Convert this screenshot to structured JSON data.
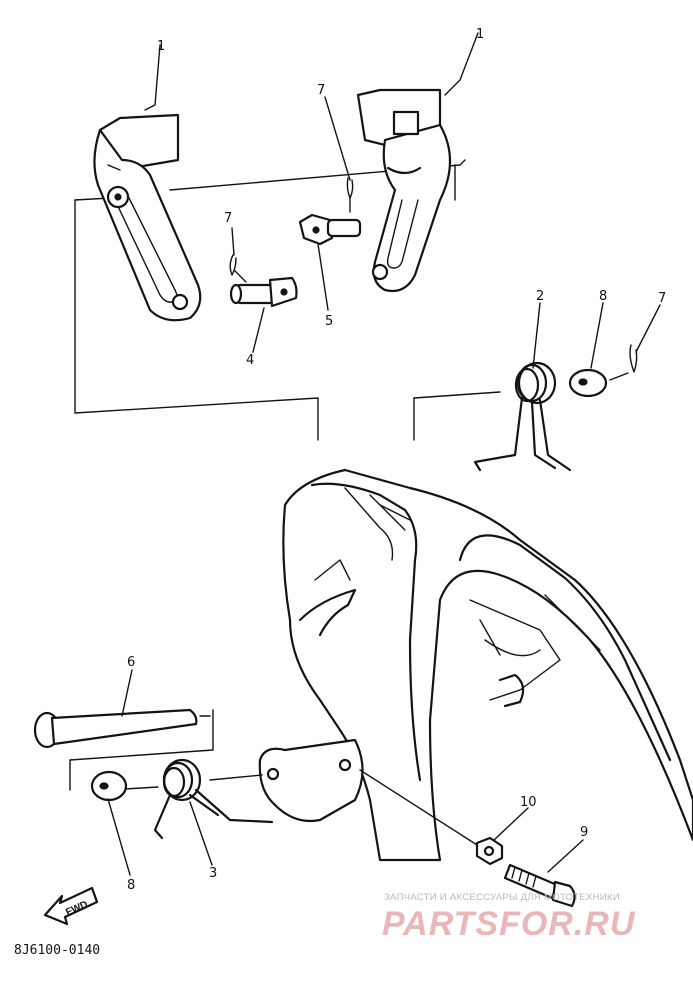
{
  "callouts": {
    "c1_left": "1",
    "c1_right": "1",
    "c7_top": "7",
    "c7_mid": "7",
    "c7_right": "7",
    "c4": "4",
    "c5": "5",
    "c2": "2",
    "c8_top": "8",
    "c6": "6",
    "c8_bottom": "8",
    "c3": "3",
    "c10": "10",
    "c9": "9"
  },
  "direction_marker": "FWD",
  "diagram_code": "8J6100-0140",
  "watermark": {
    "line1": "ЗАПЧАСТИ И АКСЕССУАРЫ ДЛЯ МОТОТЕХНИКИ",
    "line2": "PARTSFOR.RU"
  },
  "colors": {
    "ink": "#141414",
    "watermark_gray": "#b9b9b9",
    "watermark_red": "#e9b7b7"
  }
}
